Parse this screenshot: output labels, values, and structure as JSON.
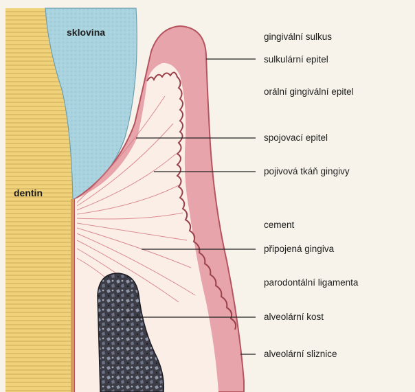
{
  "labels": {
    "sklovina": "sklovina",
    "dentin": "dentin",
    "gingivalni_sulkus": "gingivální sulkus",
    "sulkularni_epitel": "sulkulární epitel",
    "oralni_gingivalni_epitel": "orální gingivální epitel",
    "spojovaci_epitel": "spojovací epitel",
    "pojivova_tkan": "pojivová tkáň gingivy",
    "cement": "cement",
    "pripojena_gingiva": "připojená gingiva",
    "parodontalni_ligamenta": "parodontální ligamenta",
    "alveolarni_kost": "alveolární kost",
    "alveolarni_sliznice": "alveolární sliznice"
  },
  "colors": {
    "paper": "#f7f2ea",
    "dentin": "#f0d27a",
    "enamel": "#a9d3df",
    "gingiva": "#e7a5ab",
    "connective_tissue": "#fbeee6",
    "bone": "#3c3d47",
    "fibers": "#d47a82",
    "leader_lines": "#222222"
  }
}
